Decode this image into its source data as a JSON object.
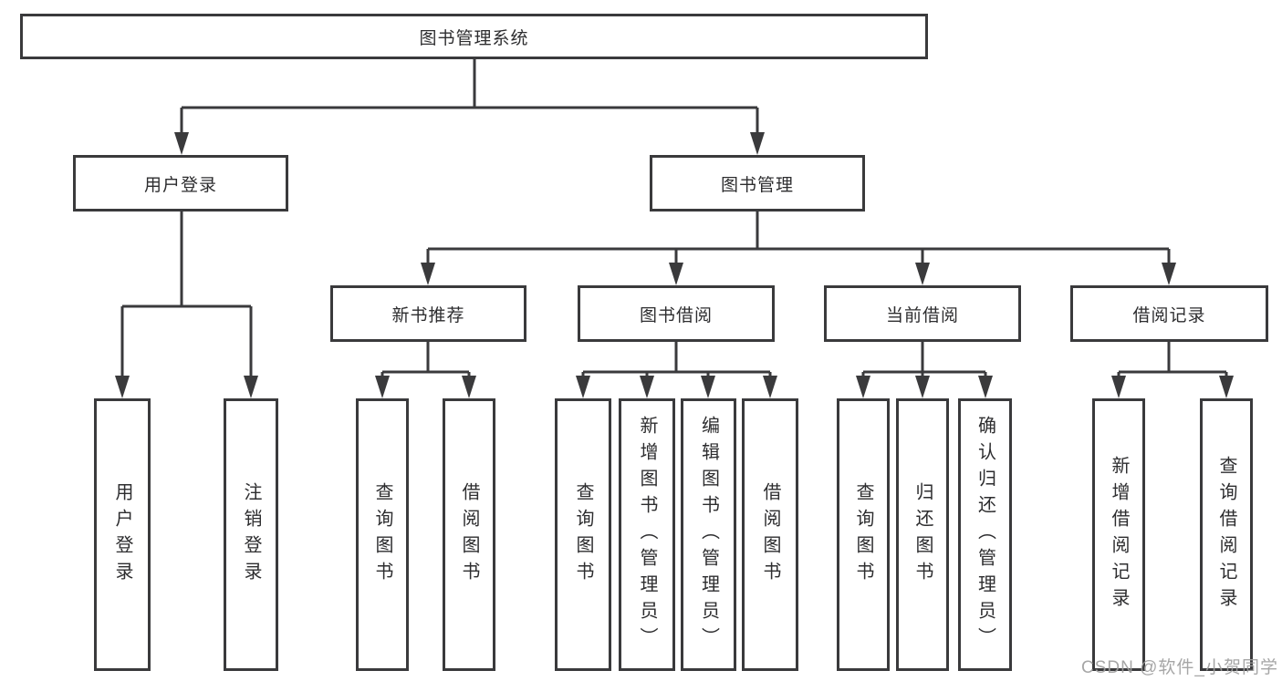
{
  "nodes": {
    "root": "图书管理系统",
    "level2": [
      "用户登录",
      "图书管理"
    ],
    "level3": [
      "新书推荐",
      "图书借阅",
      "当前借阅",
      "借阅记录"
    ],
    "leaves": [
      "用户登录",
      "注销登录",
      "查询图书",
      "借阅图书",
      "查询图书",
      "新增图书（管理员）",
      "编辑图书（管理员）",
      "借阅图书",
      "查询图书",
      "归还图书",
      "确认归还（管理员）",
      "新增借阅记录",
      "查询借阅记录"
    ]
  },
  "hierarchy": {
    "图书管理系统": [
      "用户登录",
      "图书管理"
    ],
    "用户登录": [
      "用户登录",
      "注销登录"
    ],
    "图书管理": [
      "新书推荐",
      "图书借阅",
      "当前借阅",
      "借阅记录"
    ],
    "新书推荐": [
      "查询图书",
      "借阅图书"
    ],
    "图书借阅": [
      "查询图书",
      "新增图书（管理员）",
      "编辑图书（管理员）",
      "借阅图书"
    ],
    "当前借阅": [
      "查询图书",
      "归还图书",
      "确认归还（管理员）"
    ],
    "借阅记录": [
      "新增借阅记录",
      "查询借阅记录"
    ]
  },
  "watermark": {
    "text": "CSDN @软件_小贺同学"
  },
  "colors": {
    "line": "#3a3a3c",
    "text": "#2d2d2f",
    "box_bg": "#ffffff",
    "page_bg": "#ffffff",
    "watermark": "#9e9e9e"
  }
}
